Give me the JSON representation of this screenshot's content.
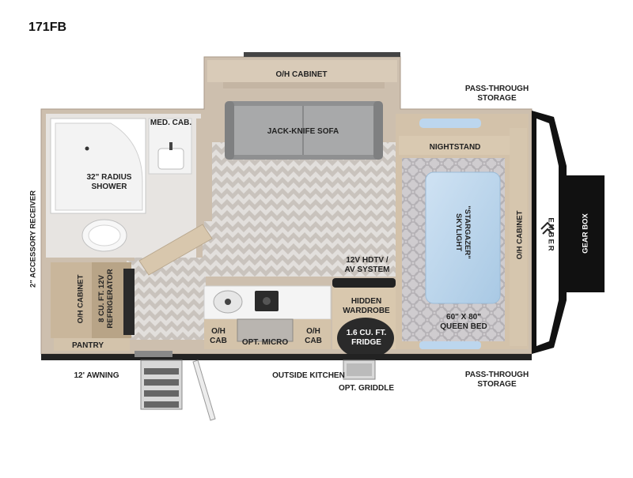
{
  "model": "171FB",
  "labels": {
    "oh_cabinet_top": "O/H CABINET",
    "pass_through_top": "PASS-THROUGH\nSTORAGE",
    "med_cab": "MED. CAB.",
    "jack_knife_sofa": "JACK-KNIFE SOFA",
    "nightstand": "NIGHTSTAND",
    "radius_shower": "32\" RADIUS\nSHOWER",
    "accessory_receiver": "2\" ACCESSORY RECEIVER",
    "stargazer": "\"STARGAZER\"\nSKYLIGHT",
    "oh_cabinet_right": "O/H CABINET",
    "gear_box": "GEAR BOX",
    "tv": "12V HDTV /\nAV SYSTEM",
    "oh_cabinet_left": "O/H CABINET",
    "refrigerator": "8 CU. FT. 12V\nREFRIGERATOR",
    "hidden_wardrobe": "HIDDEN\nWARDROBE",
    "queen_bed": "60\" X 80\"\nQUEEN BED",
    "pantry": "PANTRY",
    "oh_cab_left": "O/H\nCAB",
    "opt_micro": "OPT. MICRO",
    "oh_cab_right": "O/H\nCAB",
    "fridge": "1.6 CU. FT.\nFRIDGE",
    "awning": "12' AWNING",
    "outside_kitchen": "OUTSIDE KITCHEN",
    "opt_griddle": "OPT. GRIDDLE",
    "pass_through_bottom": "PASS-THROUGH\nSTORAGE"
  },
  "logo": "EMBER",
  "colors": {
    "wall": "#cdbfae",
    "floor": "#e4e1de",
    "chevron": "#c9c4bf",
    "cabinet": "#d6c6b0",
    "dark": "#222222",
    "sofa": "#9a9a9a",
    "bed": "#cfcdd0",
    "mattress": "#b9d4ea"
  }
}
